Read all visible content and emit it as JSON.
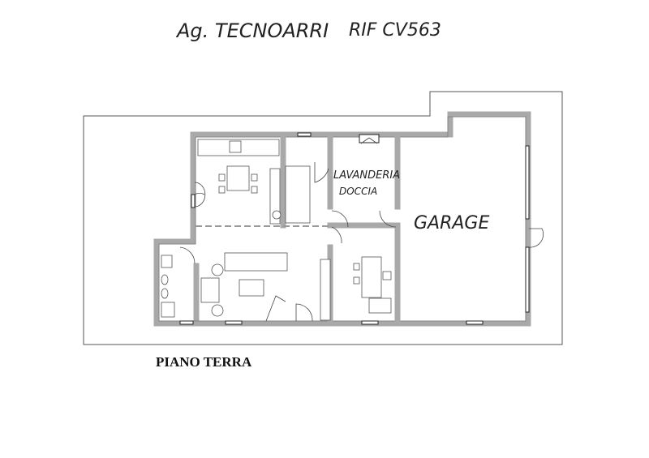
{
  "header": {
    "agency": "Ag. TECNOARRI",
    "reference": "RIF CV563"
  },
  "rooms": {
    "laundry": "LAVANDERIA",
    "shower": "DOCCIA",
    "garage": "GARAGE"
  },
  "floor_title": "PIANO TERRA"
}
